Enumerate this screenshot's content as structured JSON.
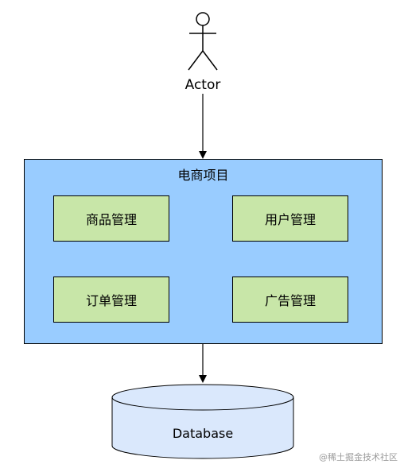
{
  "actor": {
    "label": "Actor"
  },
  "system": {
    "title": "电商项目",
    "modules": [
      {
        "label": "商品管理"
      },
      {
        "label": "用户管理"
      },
      {
        "label": "订单管理"
      },
      {
        "label": "广告管理"
      }
    ]
  },
  "database": {
    "label": "Database"
  },
  "watermark": {
    "text": "@稀土掘金技术社区"
  },
  "colors": {
    "system_fill": "#99ccff",
    "module_fill": "#c8e6a8",
    "database_fill": "#dae8fc",
    "stroke": "#000000"
  }
}
